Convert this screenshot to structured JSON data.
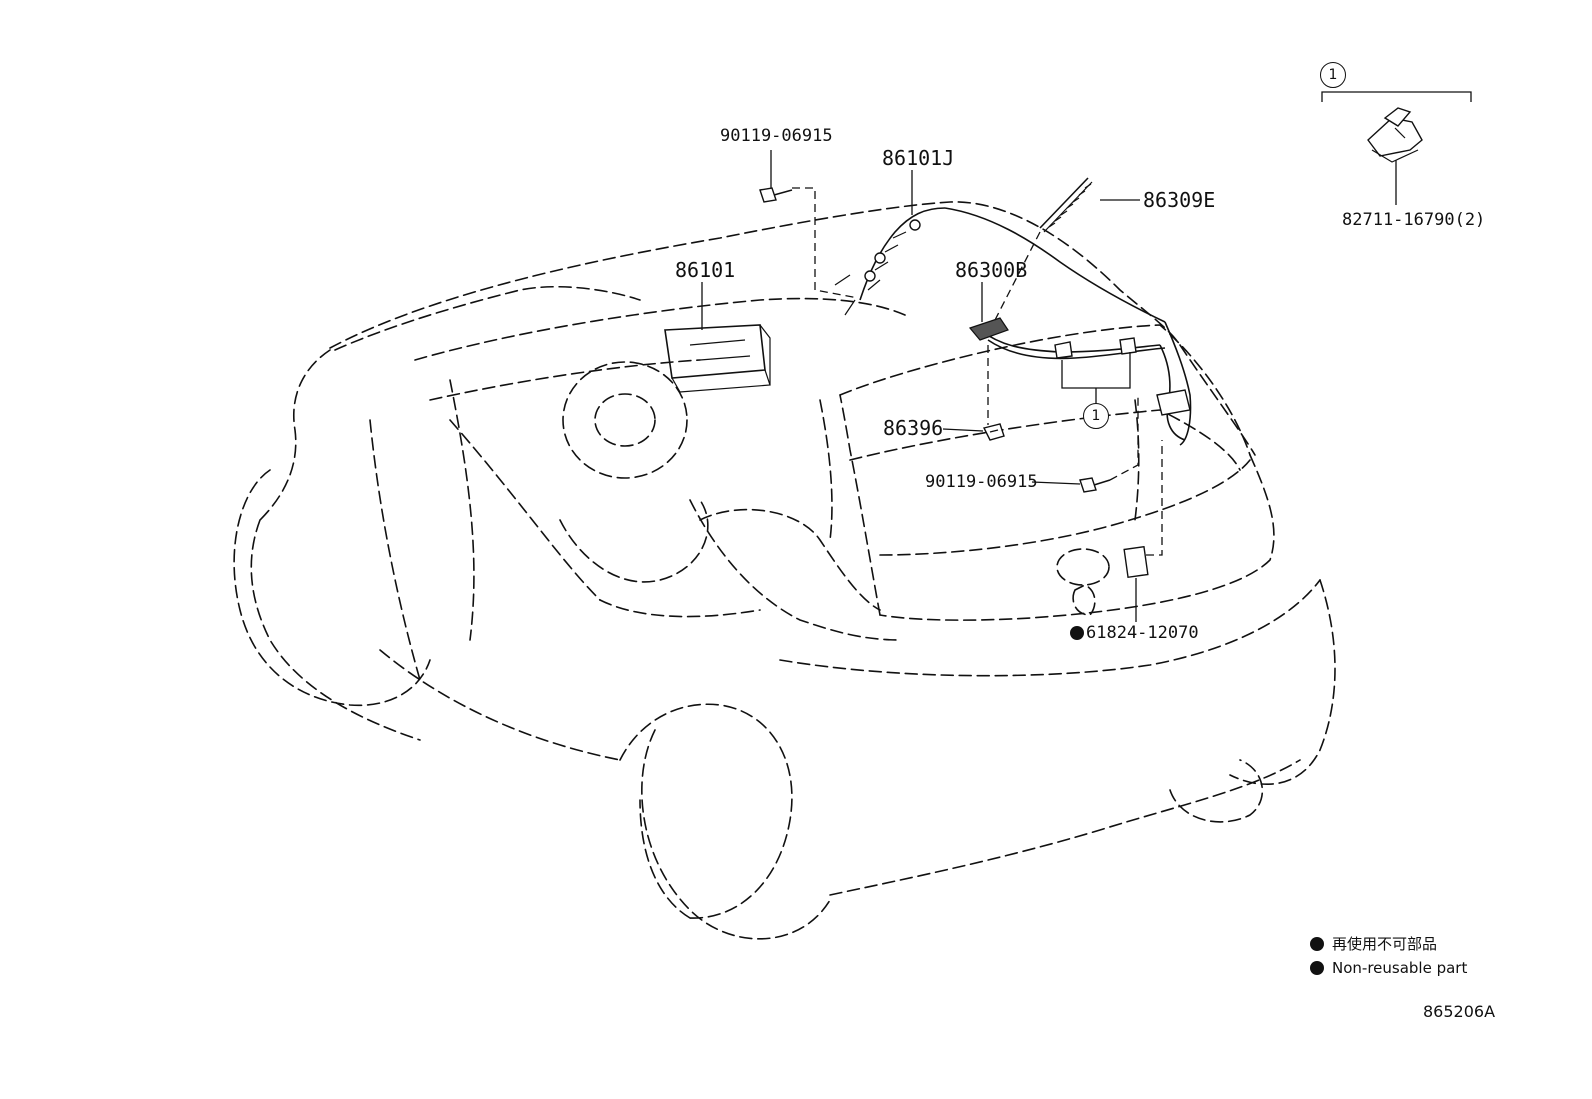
{
  "parts": {
    "bolt_top": "90119-06915",
    "wire_86101J": "86101J",
    "antenna_86309E": "86309E",
    "radio_86101": "86101",
    "amplifier_86300B": "86300B",
    "clamp_86396": "86396",
    "bolt_bottom": "90119-06915",
    "plate_61824": "61824-12070",
    "clip_82711": "82711-16790(2)"
  },
  "callouts": {
    "group_top": "1",
    "group_mid": "1"
  },
  "legend": {
    "japanese": "再使用不可部品",
    "english": "Non-reusable part"
  },
  "figure_code": "865206A"
}
